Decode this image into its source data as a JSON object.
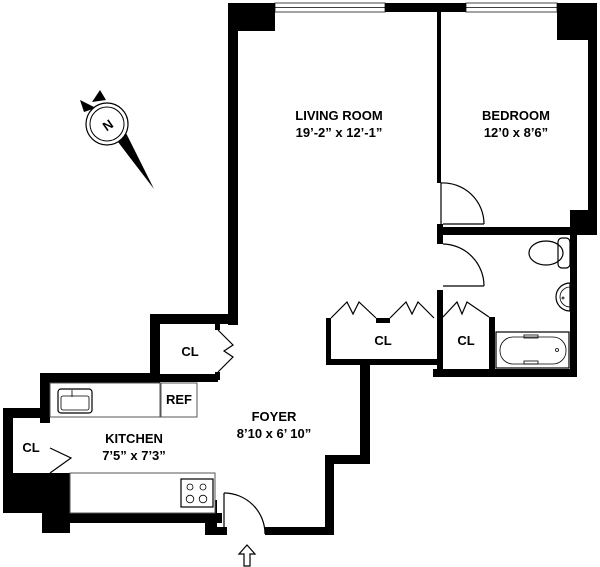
{
  "plan": {
    "compass": {
      "label": "N"
    },
    "rooms": {
      "living_room": {
        "name": "LIVING ROOM",
        "dims": "19’-2” x 12’-1”"
      },
      "bedroom": {
        "name": "BEDROOM",
        "dims": "12’0 x 8’6”"
      },
      "foyer": {
        "name": "FOYER",
        "dims": "8’10 x 6’ 10”"
      },
      "kitchen": {
        "name": "KITCHEN",
        "dims": "7’5” x 7’3”"
      }
    },
    "closets": {
      "foyer_closet": "CL",
      "living_closet": "CL",
      "bath_closet": "CL",
      "kitchen_closet": "CL"
    },
    "appliances": {
      "refrigerator": "REF"
    },
    "entrance": {
      "icon": "entrance-arrow-icon"
    }
  }
}
